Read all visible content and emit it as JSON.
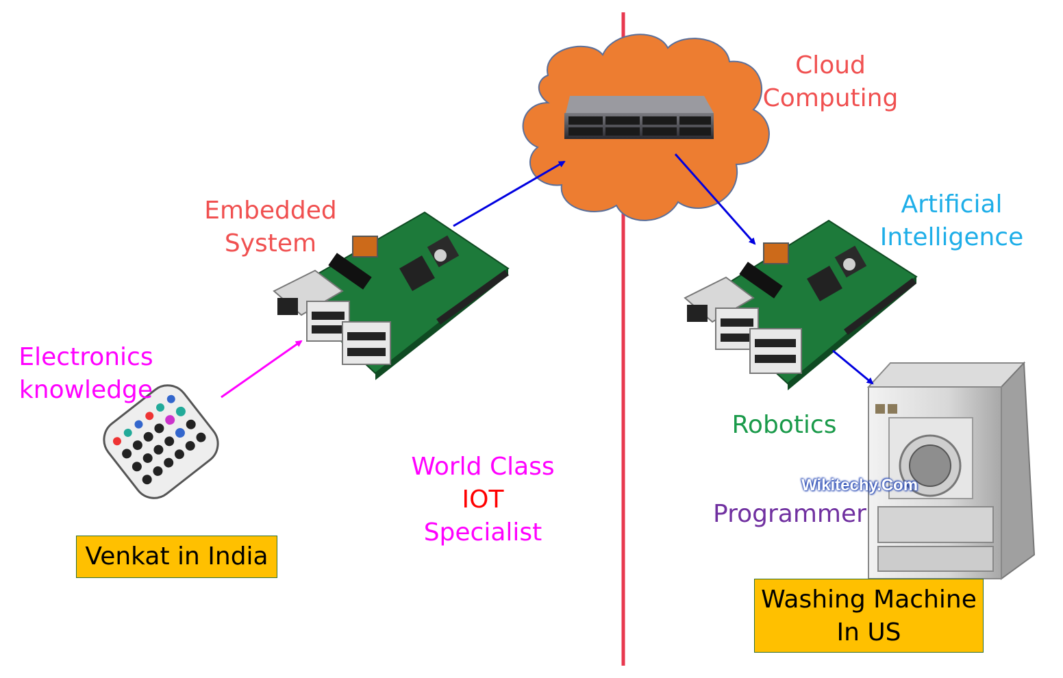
{
  "labels": {
    "cloud_line1": "Cloud",
    "cloud_line2": "Computing",
    "embedded_line1": "Embedded",
    "embedded_line2": "System",
    "ai_line1": "Artificial",
    "ai_line2": "Intelligence",
    "electronics_line1": "Electronics",
    "electronics_line2": "knowledge",
    "robotics": "Robotics",
    "programmer": "Programmer",
    "world_line1": "World Class",
    "world_line2": "IOT",
    "world_line3": "Specialist"
  },
  "boxes": {
    "venkat": "Venkat in India",
    "washing_line1": "Washing Machine",
    "washing_line2": "In US"
  },
  "watermark": "Wikitechy.Com",
  "colors": {
    "cloud_fill": "#ed7d31",
    "divider": "#e8384f",
    "arrow_blue": "#0000e0",
    "arrow_magenta": "#ff00ff",
    "label_red": "#f05050",
    "label_cyan": "#1eaee8",
    "label_magenta": "#ff00ff",
    "label_green": "#1a9a4a",
    "label_purple": "#7030a0",
    "label_iot": "#ff0000",
    "box_fill": "#ffc000"
  }
}
